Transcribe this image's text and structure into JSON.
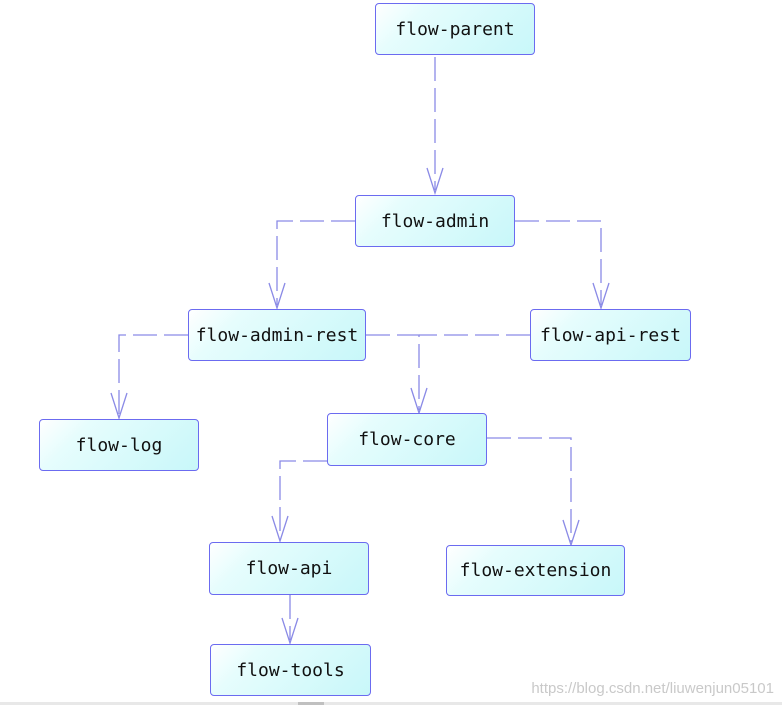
{
  "nodes": {
    "parent": "flow-parent",
    "admin": "flow-admin",
    "admin_rest": "flow-admin-rest",
    "api_rest": "flow-api-rest",
    "log": "flow-log",
    "core": "flow-core",
    "api": "flow-api",
    "extension": "flow-extension",
    "tools": "flow-tools"
  },
  "watermark": "https://blog.csdn.net/liuwenjun05101",
  "colors": {
    "node_border": "#6b6bf0",
    "node_fill": "#c8f7f9",
    "edge": "#8a8ae6"
  }
}
